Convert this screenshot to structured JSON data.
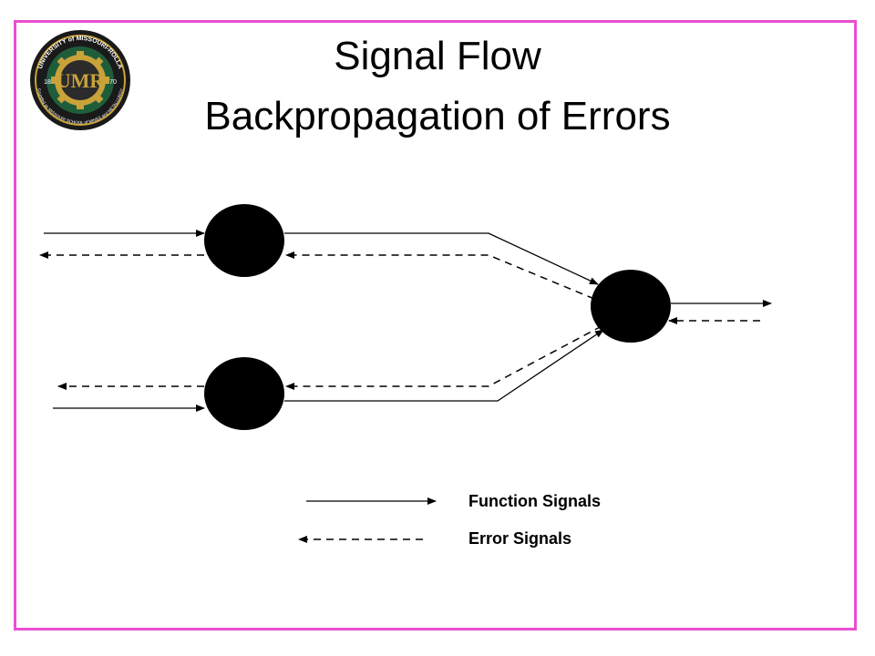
{
  "slide": {
    "title_line_1": "Signal Flow",
    "title_line_2": "Backpropagation of Errors"
  },
  "logo": {
    "ring_text_top": "UNIVERSITY of MISSOURI-ROLLA",
    "ring_text_bottom": "Founded as MISSOURI SCHOOL of MINES and METALLURGY",
    "monogram": "UMR",
    "year_left": "18",
    "year_right": "70",
    "colors": {
      "outer": "#1a1a1a",
      "ring": "#1f5d3a",
      "gold": "#c9a23a",
      "center": "#2b2b2b"
    }
  },
  "legend": {
    "function_label": "Function Signals",
    "error_label": "Error Signals"
  },
  "colors": {
    "frame": "#e94fd0",
    "node": "#000000",
    "line": "#000000"
  }
}
